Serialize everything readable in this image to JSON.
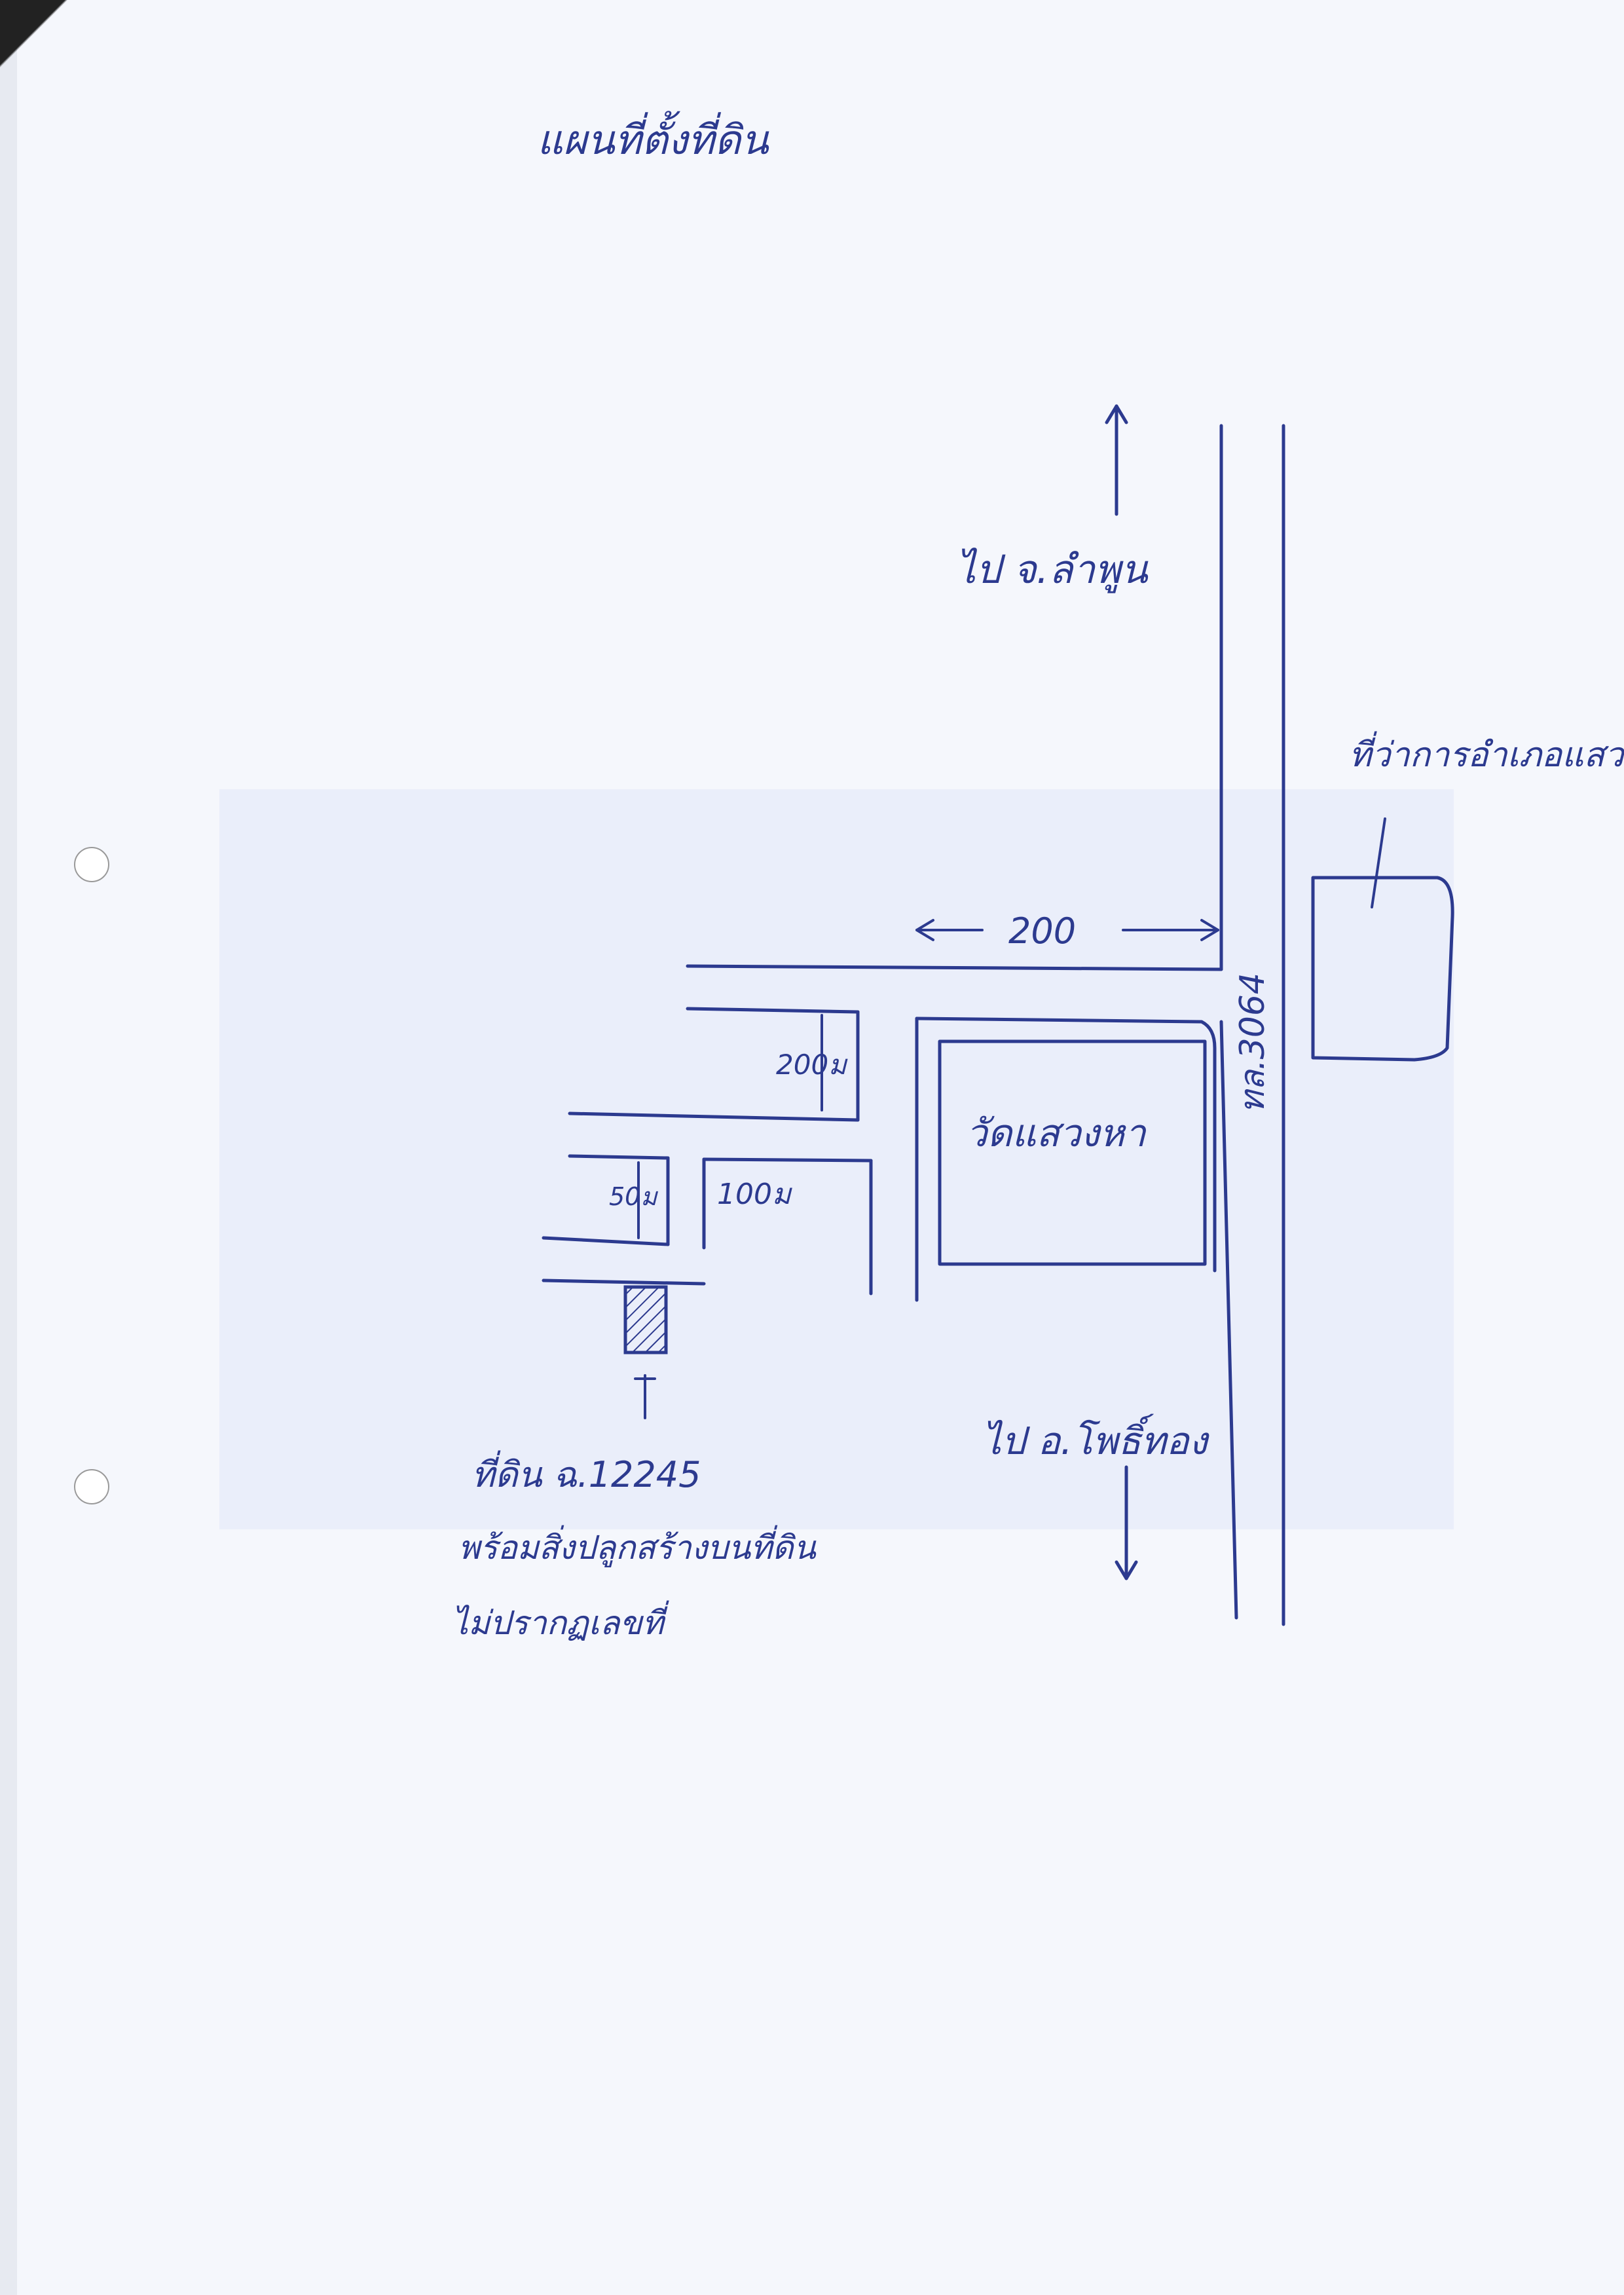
{
  "colors": {
    "ink": "#2c3a8f",
    "paper": "#f5f7fc",
    "faint_block": "#e9edf8"
  },
  "map": {
    "title": "แผนที่ตั้งที่ดิน",
    "direction_north": "ไป จ.ลำพูน",
    "direction_south": "ไป อ.โพธิ์ทอง",
    "highway_label": "ทล.3064",
    "district_office_label": "ที่ว่าการอำเภอแสวงหา",
    "temple_label": "วัดแสวงหา",
    "distance_top": "200",
    "distance_left_vertical": "200ม",
    "distance_middle": "100ม",
    "distance_small": "50ม",
    "parcel_label": "ที่ดิน ฉ.12245",
    "parcel_note_1": "พร้อมสิ่งปลูกสร้างบนที่ดิน",
    "parcel_note_2": "ไม่ปรากฏเลขที่"
  },
  "icons": {
    "parcel": "hatched-parcel-icon",
    "arrows": "arrow-icon"
  }
}
